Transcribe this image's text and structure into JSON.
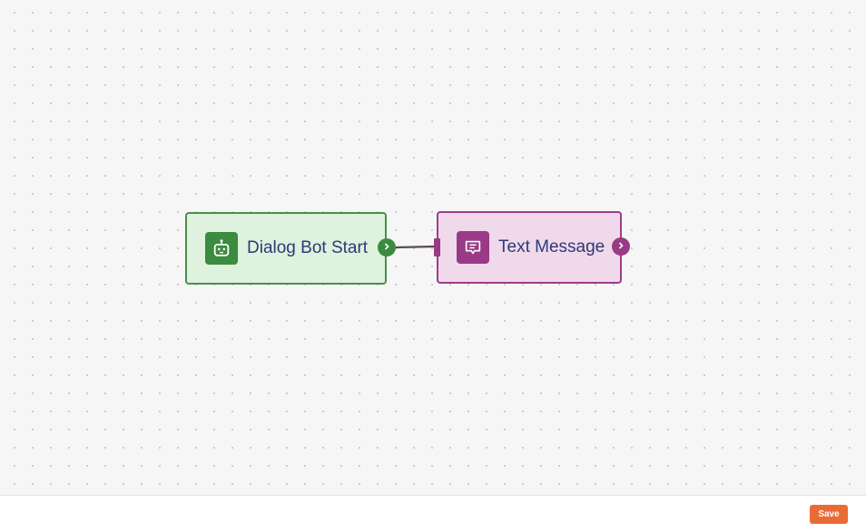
{
  "flow": {
    "nodes": [
      {
        "label": "Dialog Bot Start",
        "icon": "robot-icon",
        "color": "#3d8a41",
        "background": "#def2de"
      },
      {
        "label": "Text Message",
        "icon": "message-icon",
        "color": "#9a3a86",
        "background": "#f0d9ea"
      }
    ]
  },
  "footer": {
    "save_label": "Save",
    "save_color": "#ea6b33"
  }
}
